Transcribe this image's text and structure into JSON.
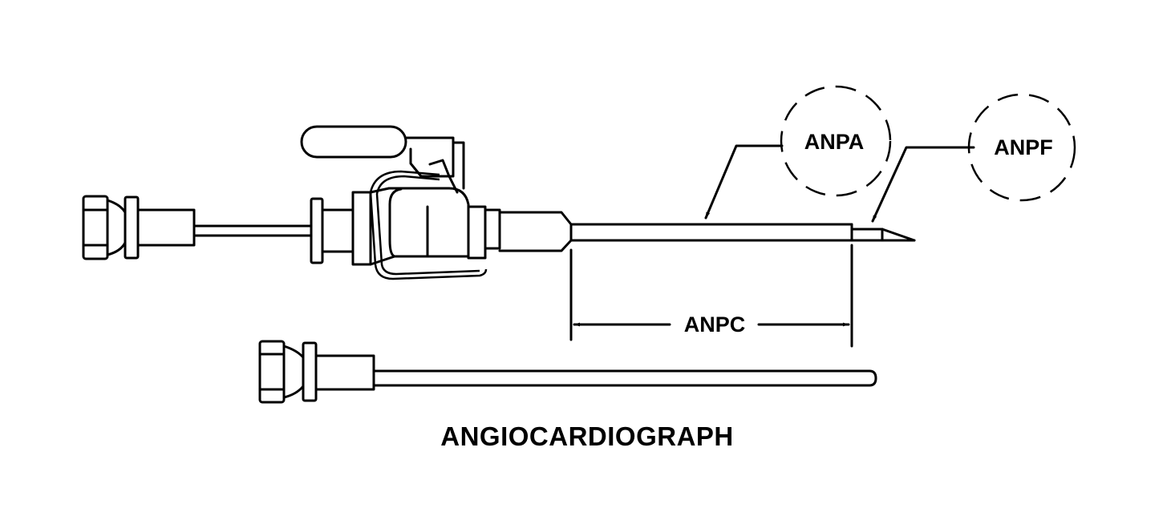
{
  "callouts": {
    "anpa": "ANPA",
    "anpf": "ANPF",
    "anpc": "ANPC"
  },
  "caption": "ANGIOCARDIOGRAPH",
  "colors": {
    "ink": "#000000",
    "paper": "#ffffff"
  }
}
